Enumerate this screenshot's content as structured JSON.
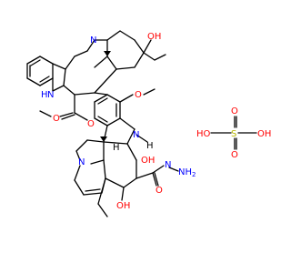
{
  "colors": {
    "bond": "#000000",
    "nitrogen": "#0000ff",
    "oxygen": "#ff0000",
    "sulfur": "#b8b800",
    "carbon_label": "#000000"
  },
  "labels": {
    "n_indole": "N",
    "h_indole": "H",
    "n_tertiary_upper": "N",
    "oh_upper": "OH",
    "o_ester_carbonyl": "O",
    "o_ester_single": "O",
    "o_methoxy": "O",
    "n_methyl": "N",
    "h_stereo": "H",
    "oh_ring": "OH",
    "oh_lower": "OH",
    "n_tertiary_lower": "N",
    "o_hydrazide": "O",
    "n_hydrazide": "N",
    "nh2_hydrazide": "NH",
    "nh2_sub": "2",
    "h_lower_stereo": "H",
    "s_sulfate": "S",
    "oh_sulfate_left": "HO",
    "oh_sulfate_right": "OH",
    "o_sulfate_top": "O",
    "o_sulfate_bottom": "O"
  }
}
